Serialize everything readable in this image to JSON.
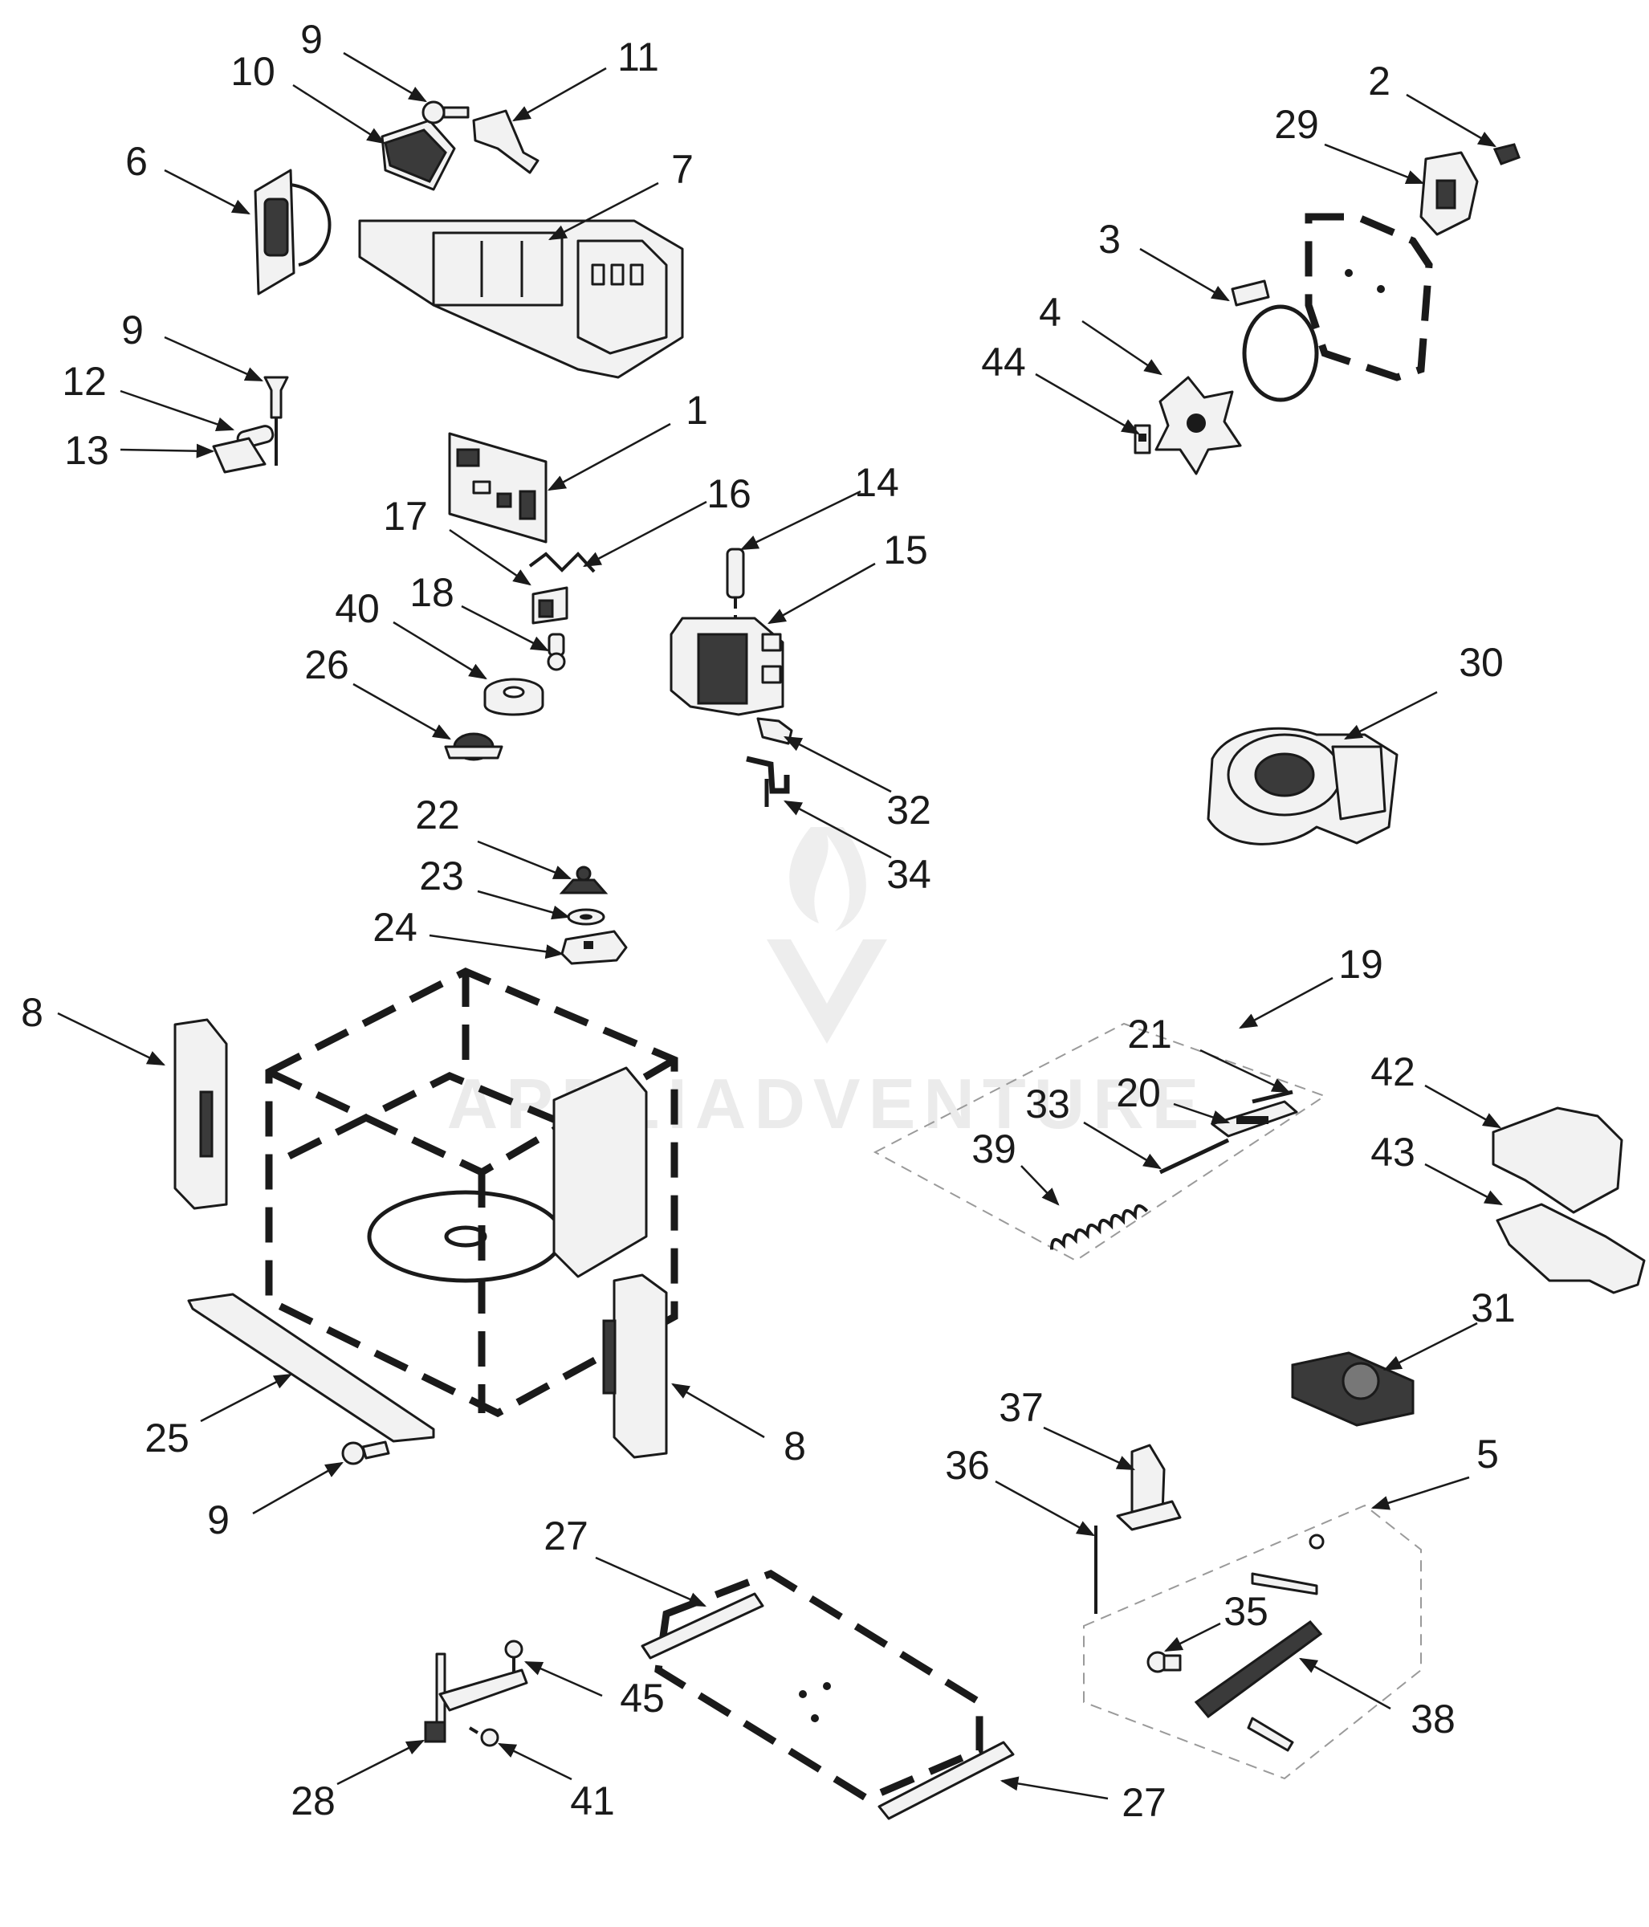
{
  "diagram": {
    "background": "#ffffff",
    "line_color": "#1a1a1a",
    "watermark_text": "APPLIADVENTURE",
    "callouts": [
      {
        "id": "c9a",
        "label": "9"
      },
      {
        "id": "c11",
        "label": "11"
      },
      {
        "id": "c10",
        "label": "10"
      },
      {
        "id": "c6",
        "label": "6"
      },
      {
        "id": "c7",
        "label": "7"
      },
      {
        "id": "c2",
        "label": "2"
      },
      {
        "id": "c29",
        "label": "29"
      },
      {
        "id": "c3",
        "label": "3"
      },
      {
        "id": "c4",
        "label": "4"
      },
      {
        "id": "c44",
        "label": "44"
      },
      {
        "id": "c9b",
        "label": "9"
      },
      {
        "id": "c12",
        "label": "12"
      },
      {
        "id": "c13",
        "label": "13"
      },
      {
        "id": "c1",
        "label": "1"
      },
      {
        "id": "c14",
        "label": "14"
      },
      {
        "id": "c16",
        "label": "16"
      },
      {
        "id": "c17",
        "label": "17"
      },
      {
        "id": "c15",
        "label": "15"
      },
      {
        "id": "c18",
        "label": "18"
      },
      {
        "id": "c40",
        "label": "40"
      },
      {
        "id": "c26",
        "label": "26"
      },
      {
        "id": "c30",
        "label": "30"
      },
      {
        "id": "c32",
        "label": "32"
      },
      {
        "id": "c34",
        "label": "34"
      },
      {
        "id": "c22",
        "label": "22"
      },
      {
        "id": "c23",
        "label": "23"
      },
      {
        "id": "c24",
        "label": "24"
      },
      {
        "id": "c19",
        "label": "19"
      },
      {
        "id": "c8a",
        "label": "8"
      },
      {
        "id": "c21",
        "label": "21"
      },
      {
        "id": "c42",
        "label": "42"
      },
      {
        "id": "c20",
        "label": "20"
      },
      {
        "id": "c33",
        "label": "33"
      },
      {
        "id": "c39",
        "label": "39"
      },
      {
        "id": "c43",
        "label": "43"
      },
      {
        "id": "c31",
        "label": "31"
      },
      {
        "id": "c25",
        "label": "25"
      },
      {
        "id": "c8b",
        "label": "8"
      },
      {
        "id": "c37",
        "label": "37"
      },
      {
        "id": "c5",
        "label": "5"
      },
      {
        "id": "c36",
        "label": "36"
      },
      {
        "id": "c9c",
        "label": "9"
      },
      {
        "id": "c27a",
        "label": "27"
      },
      {
        "id": "c35",
        "label": "35"
      },
      {
        "id": "c45",
        "label": "45"
      },
      {
        "id": "c38",
        "label": "38"
      },
      {
        "id": "c28",
        "label": "28"
      },
      {
        "id": "c41",
        "label": "41"
      },
      {
        "id": "c27b",
        "label": "27"
      }
    ]
  }
}
